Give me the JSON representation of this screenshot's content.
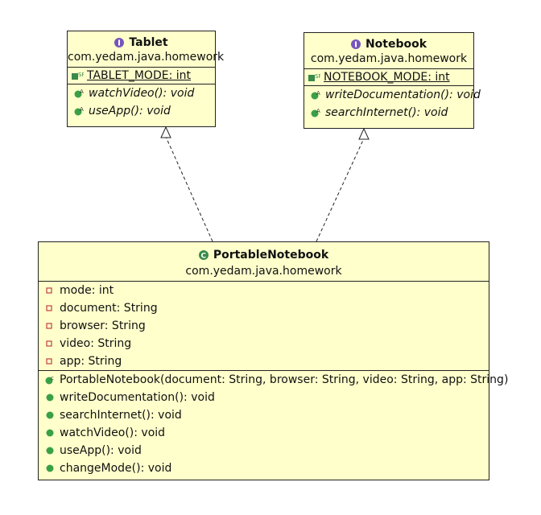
{
  "tablet": {
    "stereotype_icon": "interface-icon",
    "name": "Tablet",
    "package": "com.yedam.java.homework",
    "fields": [
      "TABLET_MODE: int"
    ],
    "methods": [
      "watchVideo(): void",
      "useApp(): void"
    ]
  },
  "notebook": {
    "stereotype_icon": "interface-icon",
    "name": "Notebook",
    "package": "com.yedam.java.homework",
    "fields": [
      "NOTEBOOK_MODE: int"
    ],
    "methods": [
      "writeDocumentation(): void",
      "searchInternet(): void"
    ]
  },
  "portable": {
    "stereotype_icon": "class-icon",
    "name": "PortableNotebook",
    "package": "com.yedam.java.homework",
    "fields": [
      "mode: int",
      "document: String",
      "browser: String",
      "video: String",
      "app: String"
    ],
    "constructor": "PortableNotebook(document: String, browser: String, video: String, app: String)",
    "methods": [
      "writeDocumentation(): void",
      "searchInternet(): void",
      "watchVideo(): void",
      "useApp(): void",
      "changeMode(): void"
    ]
  },
  "colors": {
    "box_fill": "#ffffcc",
    "interface_icon": "#7755bb",
    "class_icon": "#3a8a4a",
    "public_method": "#3aa046",
    "private_field": "#c04040"
  }
}
